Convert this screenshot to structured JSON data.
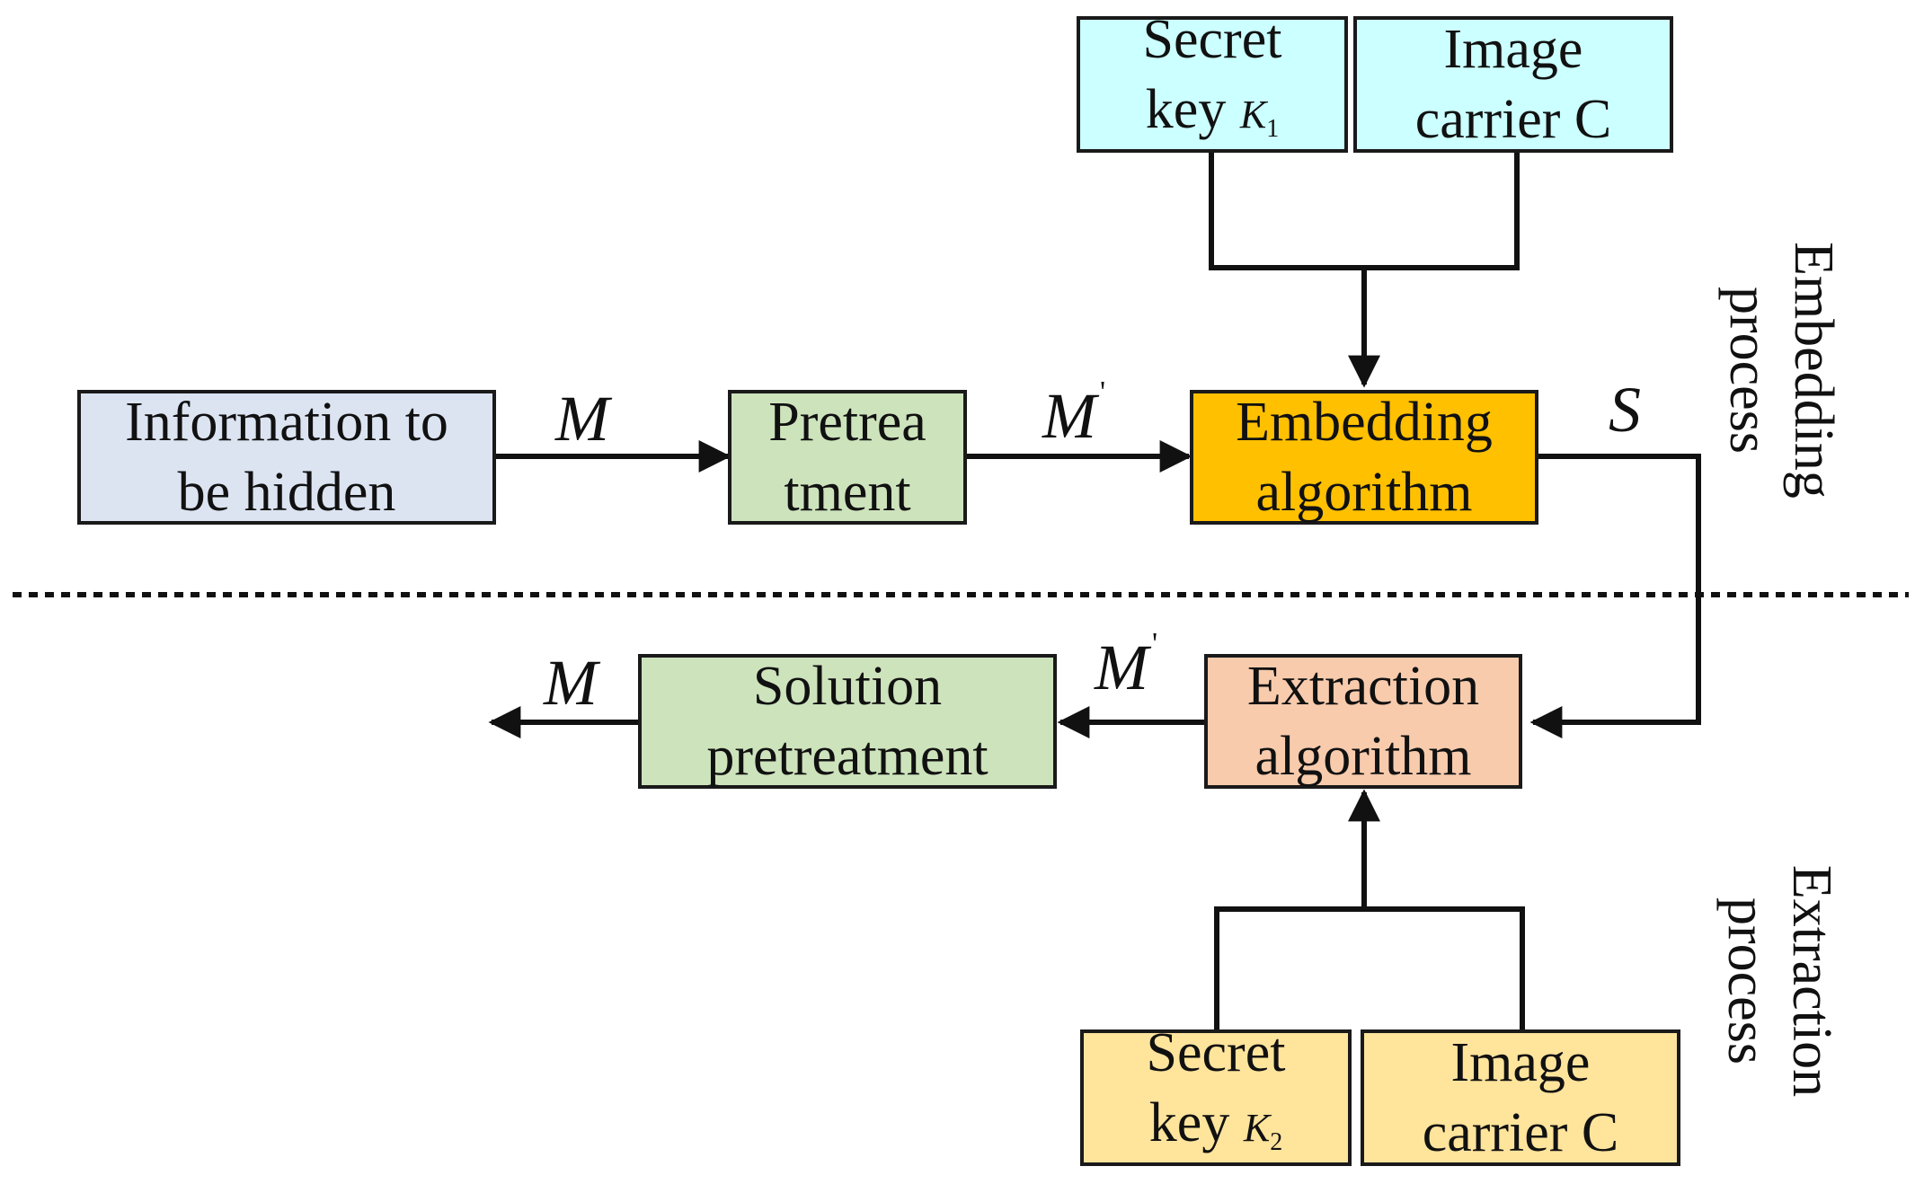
{
  "colors": {
    "key1_fill": "#ccffff",
    "carrier1_fill": "#ccffff",
    "info_fill": "#dce4f2",
    "pretreat_fill": "#cde3bc",
    "embed_fill": "#ffc000",
    "solution_fill": "#cde3bc",
    "extract_fill": "#f8cbad",
    "key2_fill": "#ffe49c",
    "carrier2_fill": "#ffe49c",
    "line": "#111111"
  },
  "embedding": {
    "secret_key": {
      "line1": "Secret",
      "line2": "key",
      "symbol": "K",
      "subscript": "1"
    },
    "image_carrier": {
      "line1": "Image",
      "line2": "carrier C"
    },
    "info": {
      "line1": "Information to",
      "line2": "be hidden"
    },
    "pretreatment": {
      "line1": "Pretrea",
      "line2": "tment"
    },
    "algorithm": {
      "line1": "Embedding",
      "line2": "algorithm"
    },
    "label_m": "M",
    "label_m_prime": "M",
    "label_prime": "'",
    "label_s": "S",
    "process_label": {
      "line1": "Embedding",
      "line2": "process"
    }
  },
  "extraction": {
    "secret_key": {
      "line1": "Secret",
      "line2": "key",
      "symbol": "K",
      "subscript": "2"
    },
    "image_carrier": {
      "line1": "Image",
      "line2": "carrier C"
    },
    "solution": {
      "line1": "Solution",
      "line2": "pretreatment"
    },
    "algorithm": {
      "line1": "Extraction",
      "line2": "algorithm"
    },
    "label_m": "M",
    "label_m_prime": "M",
    "label_prime": "'",
    "process_label": {
      "line1": "Extraction",
      "line2": "process"
    }
  }
}
